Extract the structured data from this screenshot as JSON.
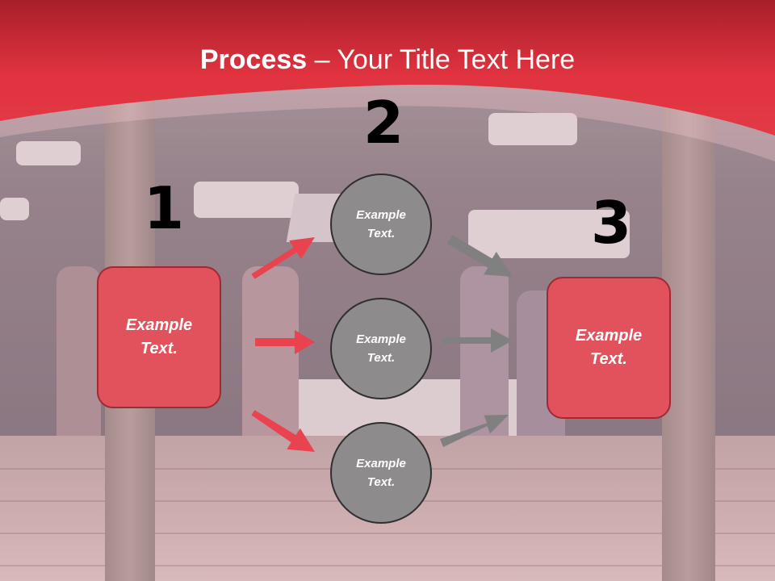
{
  "title": {
    "bold": "Process",
    "rest": " – Your Title Text Here"
  },
  "steps": {
    "one": "1",
    "two": "2",
    "three": "3"
  },
  "left_box": {
    "text": "Example\nText."
  },
  "right_box": {
    "text": "Example\nText."
  },
  "circles": [
    {
      "text": "Example\nText."
    },
    {
      "text": "Example\nText."
    },
    {
      "text": "Example\nText."
    }
  ],
  "colors": {
    "header_red": "#e0333f",
    "box_red": "#e2525c",
    "arrow_red": "#e8434f",
    "arrow_gray": "#808080",
    "circle_gray": "#8d8b8c"
  }
}
